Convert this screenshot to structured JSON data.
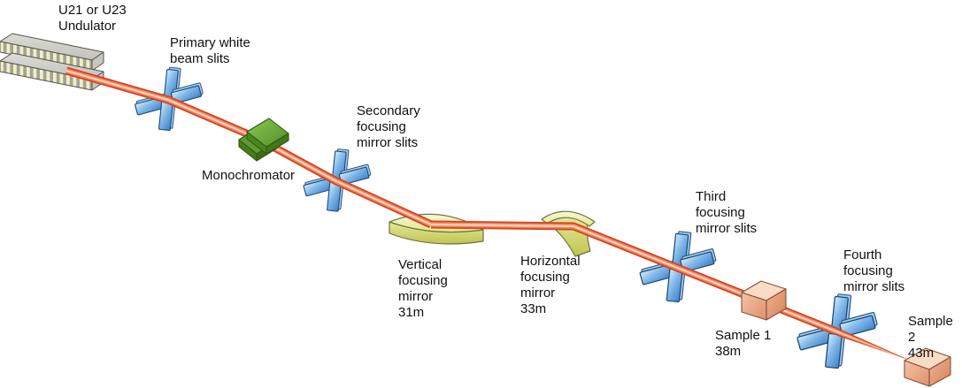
{
  "diagram": {
    "type": "beamline-schematic",
    "components": [
      {
        "id": "undulator",
        "label": "U21 or U23\nUndulator"
      },
      {
        "id": "primary-slits",
        "label": "Primary white\nbeam slits"
      },
      {
        "id": "monochromator",
        "label": "Monochromator"
      },
      {
        "id": "secondary-slits",
        "label": "Secondary\nfocusing\nmirror slits"
      },
      {
        "id": "vertical-mirror",
        "label": "Vertical\nfocusing\nmirror\n31m"
      },
      {
        "id": "horizontal-mirror",
        "label": "Horizontal\nfocusing\nmirror\n33m"
      },
      {
        "id": "third-slits",
        "label": "Third\nfocusing\nmirror slits"
      },
      {
        "id": "sample-1",
        "label": "Sample 1\n38m"
      },
      {
        "id": "fourth-slits",
        "label": "Fourth\nfocusing\nmirror slits"
      },
      {
        "id": "sample-2",
        "label": "Sample 2\n43m"
      }
    ],
    "colors": {
      "beam_edge": "#d8411f",
      "beam_mid": "#ef8660",
      "beam_core": "#fdd3ba",
      "slit_blue_light": "#cfe9fb",
      "slit_blue_dark": "#3f7fc8",
      "mirror_yellow_light": "#f6f8cf",
      "mirror_yellow_dark": "#c3c957",
      "monochromator_green": "#6fae3c",
      "sample_peach": "#eeb193",
      "undulator_gray": "#a3a39b",
      "undulator_stripe": "#eff0c2",
      "background": "#ffffff"
    }
  }
}
